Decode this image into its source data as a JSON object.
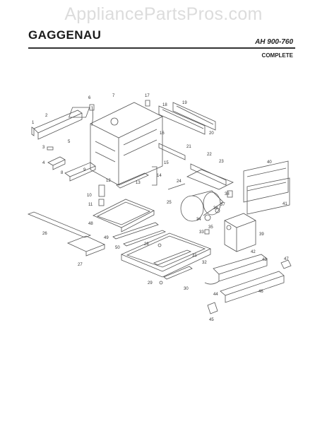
{
  "watermark": "AppliancePartsPros.com",
  "header": {
    "brand": "GAGGENAU",
    "model": "AH 900-760",
    "subtitle": "COMPLETE"
  },
  "callouts": [
    "1",
    "2",
    "3",
    "4",
    "5",
    "6",
    "7",
    "8",
    "9",
    "10",
    "11",
    "12",
    "13",
    "14",
    "15",
    "16",
    "17",
    "18",
    "19",
    "20",
    "21",
    "22",
    "23",
    "24",
    "25",
    "26",
    "27",
    "28",
    "29",
    "30",
    "31",
    "32",
    "33",
    "34",
    "35",
    "36",
    "37",
    "38",
    "39",
    "40",
    "41",
    "42",
    "43",
    "44",
    "45",
    "46",
    "47",
    "48",
    "49",
    "50"
  ],
  "colors": {
    "ink": "#333333",
    "watermark": "#dcdcdc"
  }
}
